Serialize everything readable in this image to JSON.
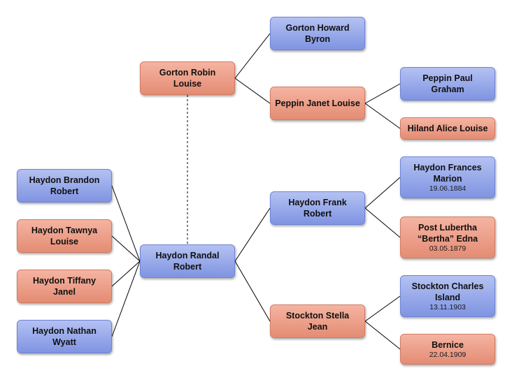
{
  "people": {
    "gorton_howard": {
      "name": "Gorton Howard Byron"
    },
    "gorton_robin": {
      "name": "Gorton Robin Louise"
    },
    "peppin_janet": {
      "name": "Peppin Janet Louise"
    },
    "peppin_paul": {
      "name": "Peppin Paul Graham"
    },
    "hiland_alice": {
      "name": "Hiland Alice Louise"
    },
    "haydon_brandon": {
      "name": "Haydon Brandon Robert"
    },
    "haydon_tawnya": {
      "name": "Haydon Tawnya Louise"
    },
    "haydon_tiffany": {
      "name": "Haydon Tiffany Janel"
    },
    "haydon_nathan": {
      "name": "Haydon Nathan Wyatt"
    },
    "haydon_randal": {
      "name": "Haydon Randal Robert"
    },
    "haydon_frank": {
      "name": "Haydon Frank Robert"
    },
    "haydon_frances": {
      "name": "Haydon Frances Marion",
      "date": "19.06.1884"
    },
    "post_lubertha": {
      "name": "Post Lubertha “Bertha” Edna",
      "date": "03.05.1879"
    },
    "stockton_stella": {
      "name": "Stockton Stella Jean"
    },
    "stockton_charles": {
      "name": "Stockton Charles Island",
      "date": "13.11.1903"
    },
    "bernice": {
      "name": "Bernice",
      "date": "22.04.1909"
    }
  },
  "colors": {
    "male_top": "#b4c1f2",
    "male_bottom": "#7f94e2",
    "female_top": "#f5b4a2",
    "female_bottom": "#e48c74",
    "line": "#000000"
  }
}
